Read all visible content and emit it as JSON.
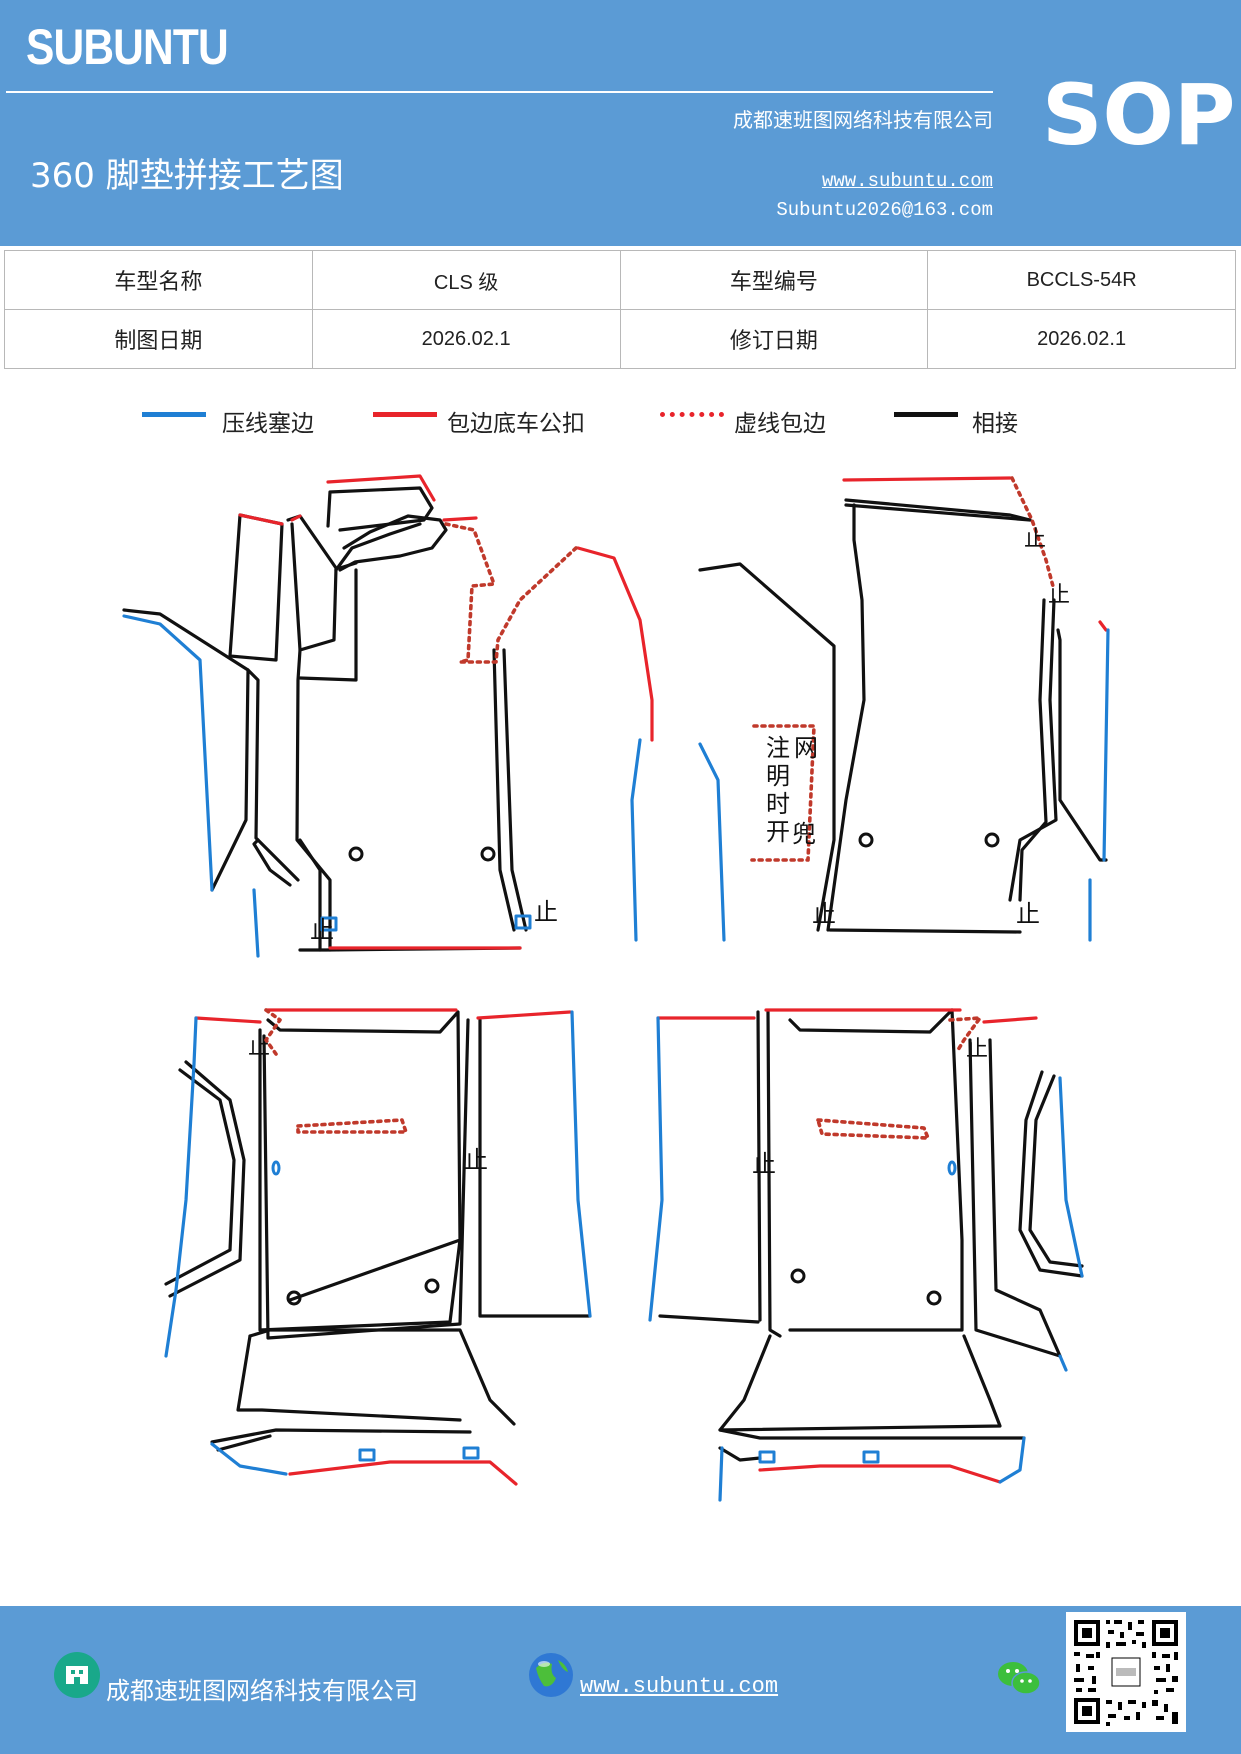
{
  "header": {
    "brand": "SUBUNTU",
    "company": "成都速班图网络科技有限公司",
    "title": "360 脚垫拼接工艺图",
    "website": "www.subuntu.com",
    "email": "Subuntu2026@163.com",
    "badge": "SOP"
  },
  "info": {
    "model_name_label": "车型名称",
    "model_name_value": "CLS 级",
    "model_code_label": "车型编号",
    "model_code_value": "BCCLS-54R",
    "draw_date_label": "制图日期",
    "draw_date_value": "2026.02.1",
    "revise_date_label": "修订日期",
    "revise_date_value": "2026.02.1"
  },
  "legend": [
    {
      "label": "压线塞边",
      "color": "#1f7fd4",
      "style": "solid"
    },
    {
      "label": "包边底车公扣",
      "color": "#e8242b",
      "style": "solid"
    },
    {
      "label": "虚线包边",
      "color": "#e8242b",
      "style": "dotted"
    },
    {
      "label": "相接",
      "color": "#111111",
      "style": "solid"
    }
  ],
  "drawing": {
    "note_chars": [
      "注",
      "网",
      "明",
      "时",
      "开",
      "兜"
    ],
    "stop_mark": "止"
  },
  "footer": {
    "company": "成都速班图网络科技有限公司",
    "website": "www.subuntu.com"
  }
}
